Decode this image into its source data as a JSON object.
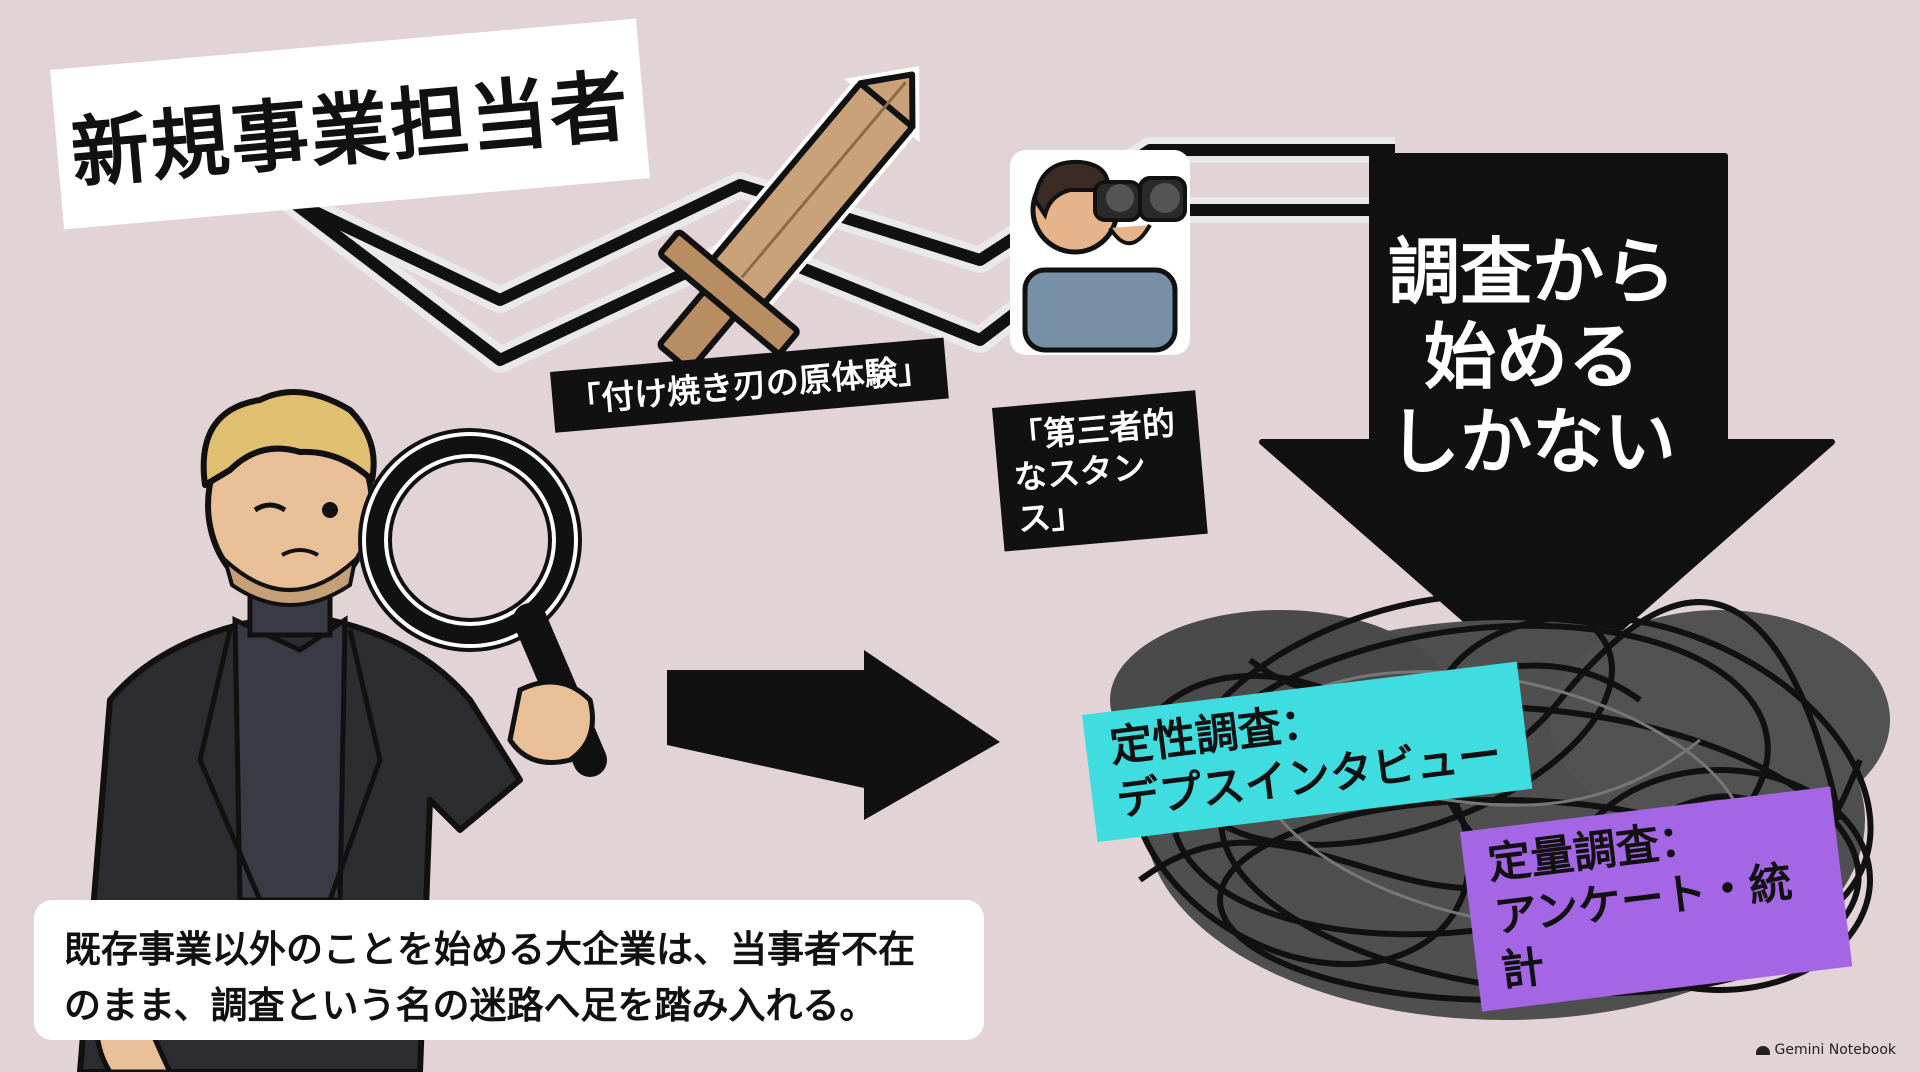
{
  "title": "新規事業担当者",
  "labels": {
    "sword": "「付け焼き刃の原体験」",
    "stance": "「第三者的なスタンス」"
  },
  "arrow_text": [
    "調査から",
    "始める",
    "しかない"
  ],
  "tags": {
    "qualitative": [
      "定性調査：",
      "デプスインタビュー"
    ],
    "quantitative": [
      "定量調査：",
      "アンケート・統計"
    ]
  },
  "caption": [
    "既存事業以外のことを始める大企業は、当事者不在",
    "のまま、調査という名の迷路へ足を踏み入れる。"
  ],
  "watermark": "Gemini Notebook",
  "colors": {
    "background": "#e2d3d6",
    "cyan_tag": "#3fdde0",
    "purple_tag": "#a566e6",
    "scribble": "#4a4a4a"
  }
}
